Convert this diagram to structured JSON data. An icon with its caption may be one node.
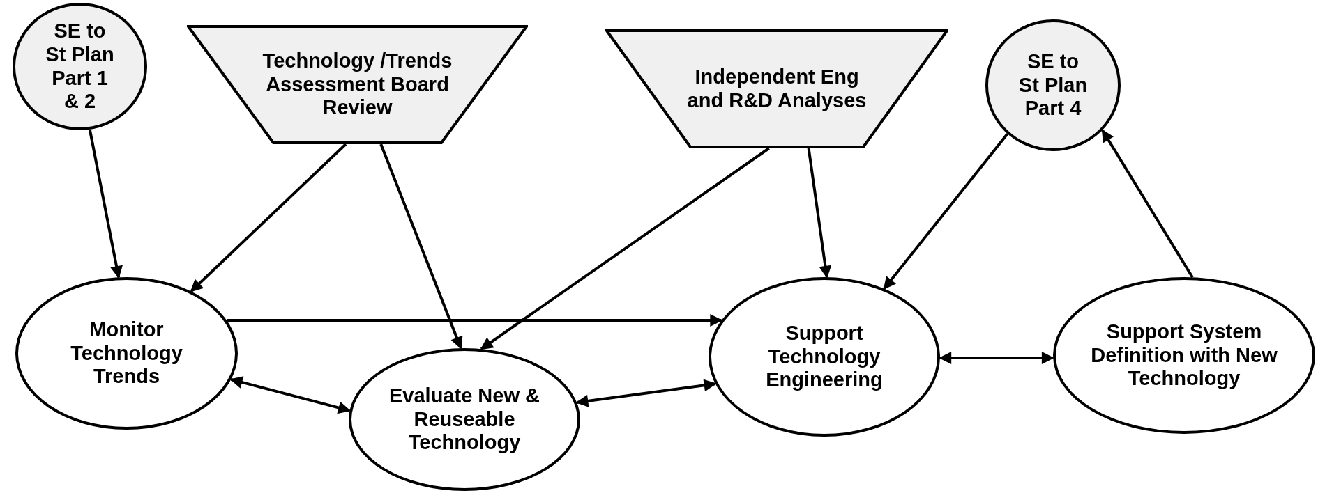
{
  "diagram": {
    "nodes": [
      {
        "text": [
          "SE to St Plan Part 1 & 2"
        ]
      },
      {
        "text": [
          "Technology /Trends Assessment Board Review"
        ]
      },
      {
        "text": [
          "Independent Eng and R&D Analyses"
        ]
      },
      {
        "text": [
          "SE to St Plan Part 4"
        ]
      },
      {
        "text": [
          "Monitor Technology Trends"
        ]
      },
      {
        "text": [
          "Evaluate New & Reuseable Technology"
        ]
      },
      {
        "text": [
          "Support Technology Engineering"
        ]
      },
      {
        "text": [
          "Support System Definition with New Technology"
        ]
      }
    ],
    "edges": [
      {
        "from": 0,
        "to": 4,
        "arrow": "to"
      },
      {
        "from": 1,
        "to": 4,
        "arrow": "to"
      },
      {
        "from": 1,
        "to": 5,
        "arrow": "to"
      },
      {
        "from": 2,
        "to": 5,
        "arrow": "to"
      },
      {
        "from": 2,
        "to": 6,
        "arrow": "to"
      },
      {
        "from": 3,
        "to": 6,
        "arrow": "to"
      },
      {
        "from": 7,
        "to": 3,
        "arrow": "to"
      },
      {
        "from": 4,
        "to": 6,
        "arrow": "to"
      },
      {
        "from": 4,
        "to": 5,
        "arrow": "both"
      },
      {
        "from": 5,
        "to": 6,
        "arrow": "both"
      },
      {
        "from": 6,
        "to": 7,
        "arrow": "both"
      }
    ]
  }
}
